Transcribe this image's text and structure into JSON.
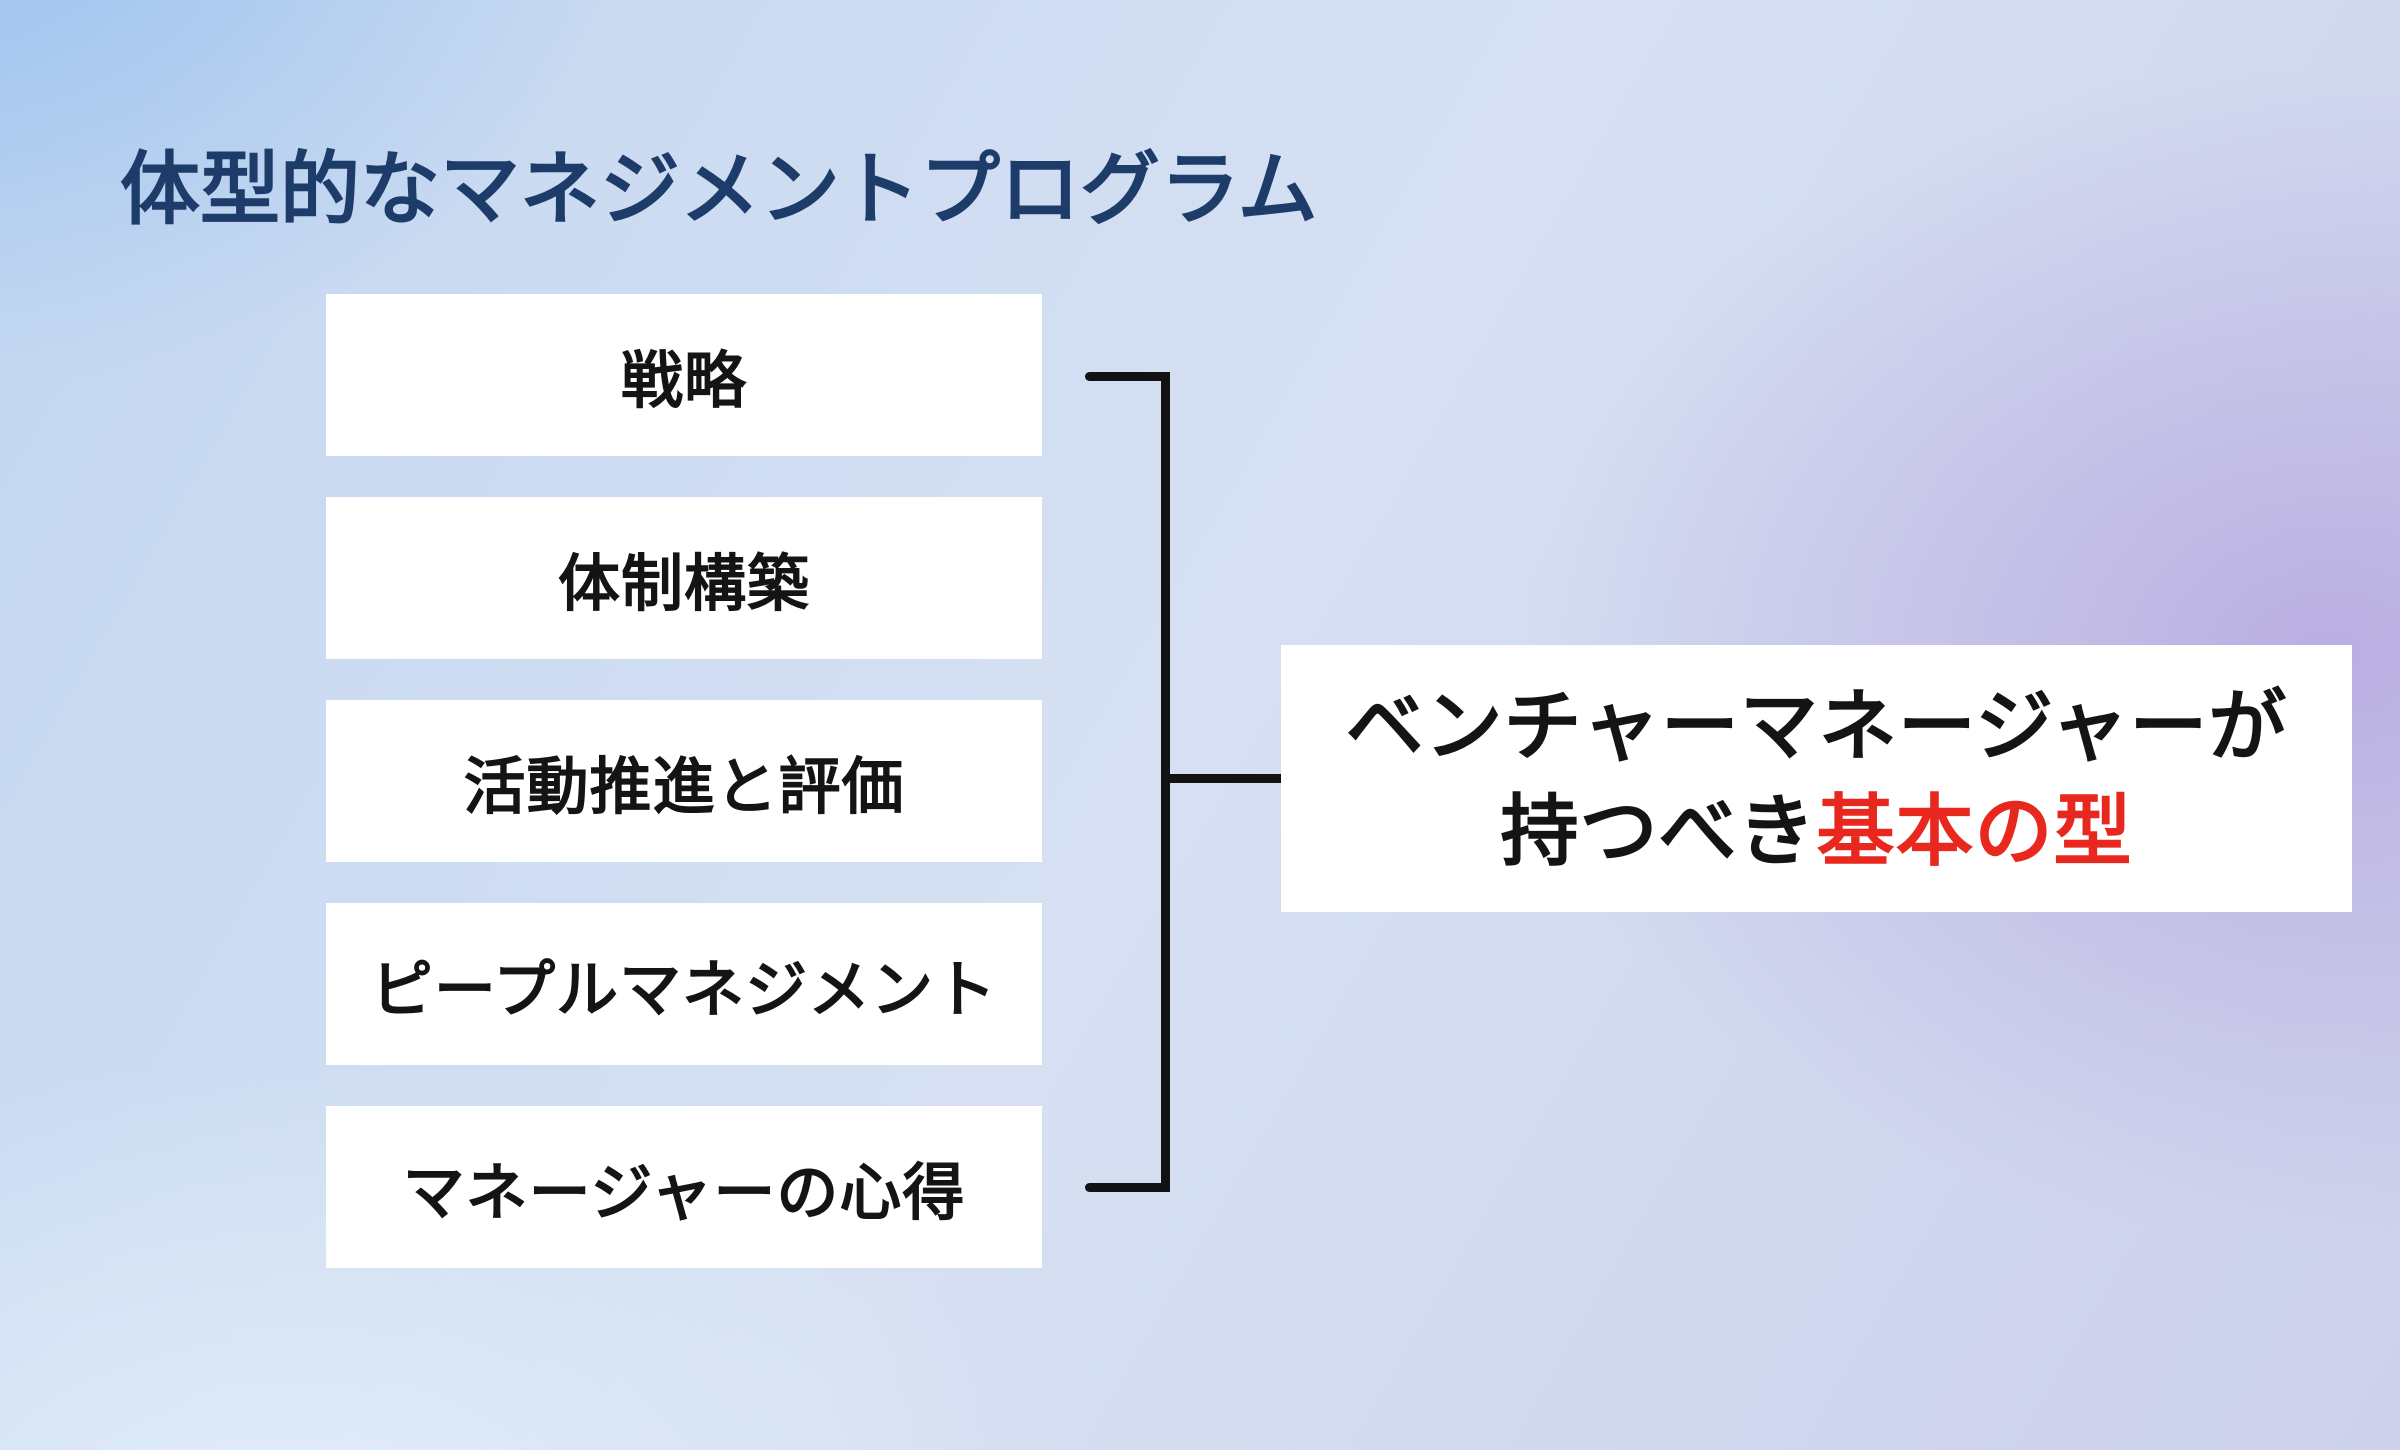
{
  "title": "体型的なマネジメントプログラム",
  "program_items": [
    {
      "label": "戦略"
    },
    {
      "label": "体制構築"
    },
    {
      "label": "活動推進と評価"
    },
    {
      "label": "ピープルマネジメント"
    },
    {
      "label": "マネージャーの心得"
    }
  ],
  "summary": {
    "line1": "ベンチャーマネージャーが",
    "line2_prefix": "持つべき",
    "line2_highlight": "基本の型"
  },
  "colors": {
    "title_navy": "#1d3c69",
    "highlight_red": "#e8271e",
    "connector_black": "#121212",
    "box_white": "#ffffff"
  }
}
